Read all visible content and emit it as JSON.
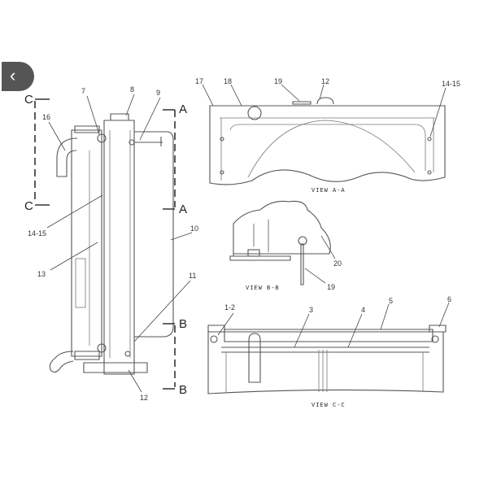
{
  "nav": {
    "back_icon": "chevron-left-icon",
    "back_glyph": "‹"
  },
  "left_view": {
    "section_c_top": "C",
    "section_c_bottom": "C",
    "section_a_top": "A",
    "section_a_bottom": "A",
    "section_b_top": "B",
    "section_b_bottom": "B",
    "callouts": [
      "16",
      "7",
      "8",
      "9",
      "14-15",
      "13",
      "10",
      "11",
      "12"
    ]
  },
  "view_aa": {
    "title": "VIEW A-A",
    "callouts": [
      "17",
      "18",
      "19",
      "12",
      "14-15"
    ]
  },
  "view_bb": {
    "title": "VIEW B-B",
    "callouts": [
      "20",
      "19"
    ]
  },
  "view_cc": {
    "title": "VIEW C-C",
    "callouts": [
      "1-2",
      "3",
      "4",
      "5",
      "6"
    ]
  }
}
